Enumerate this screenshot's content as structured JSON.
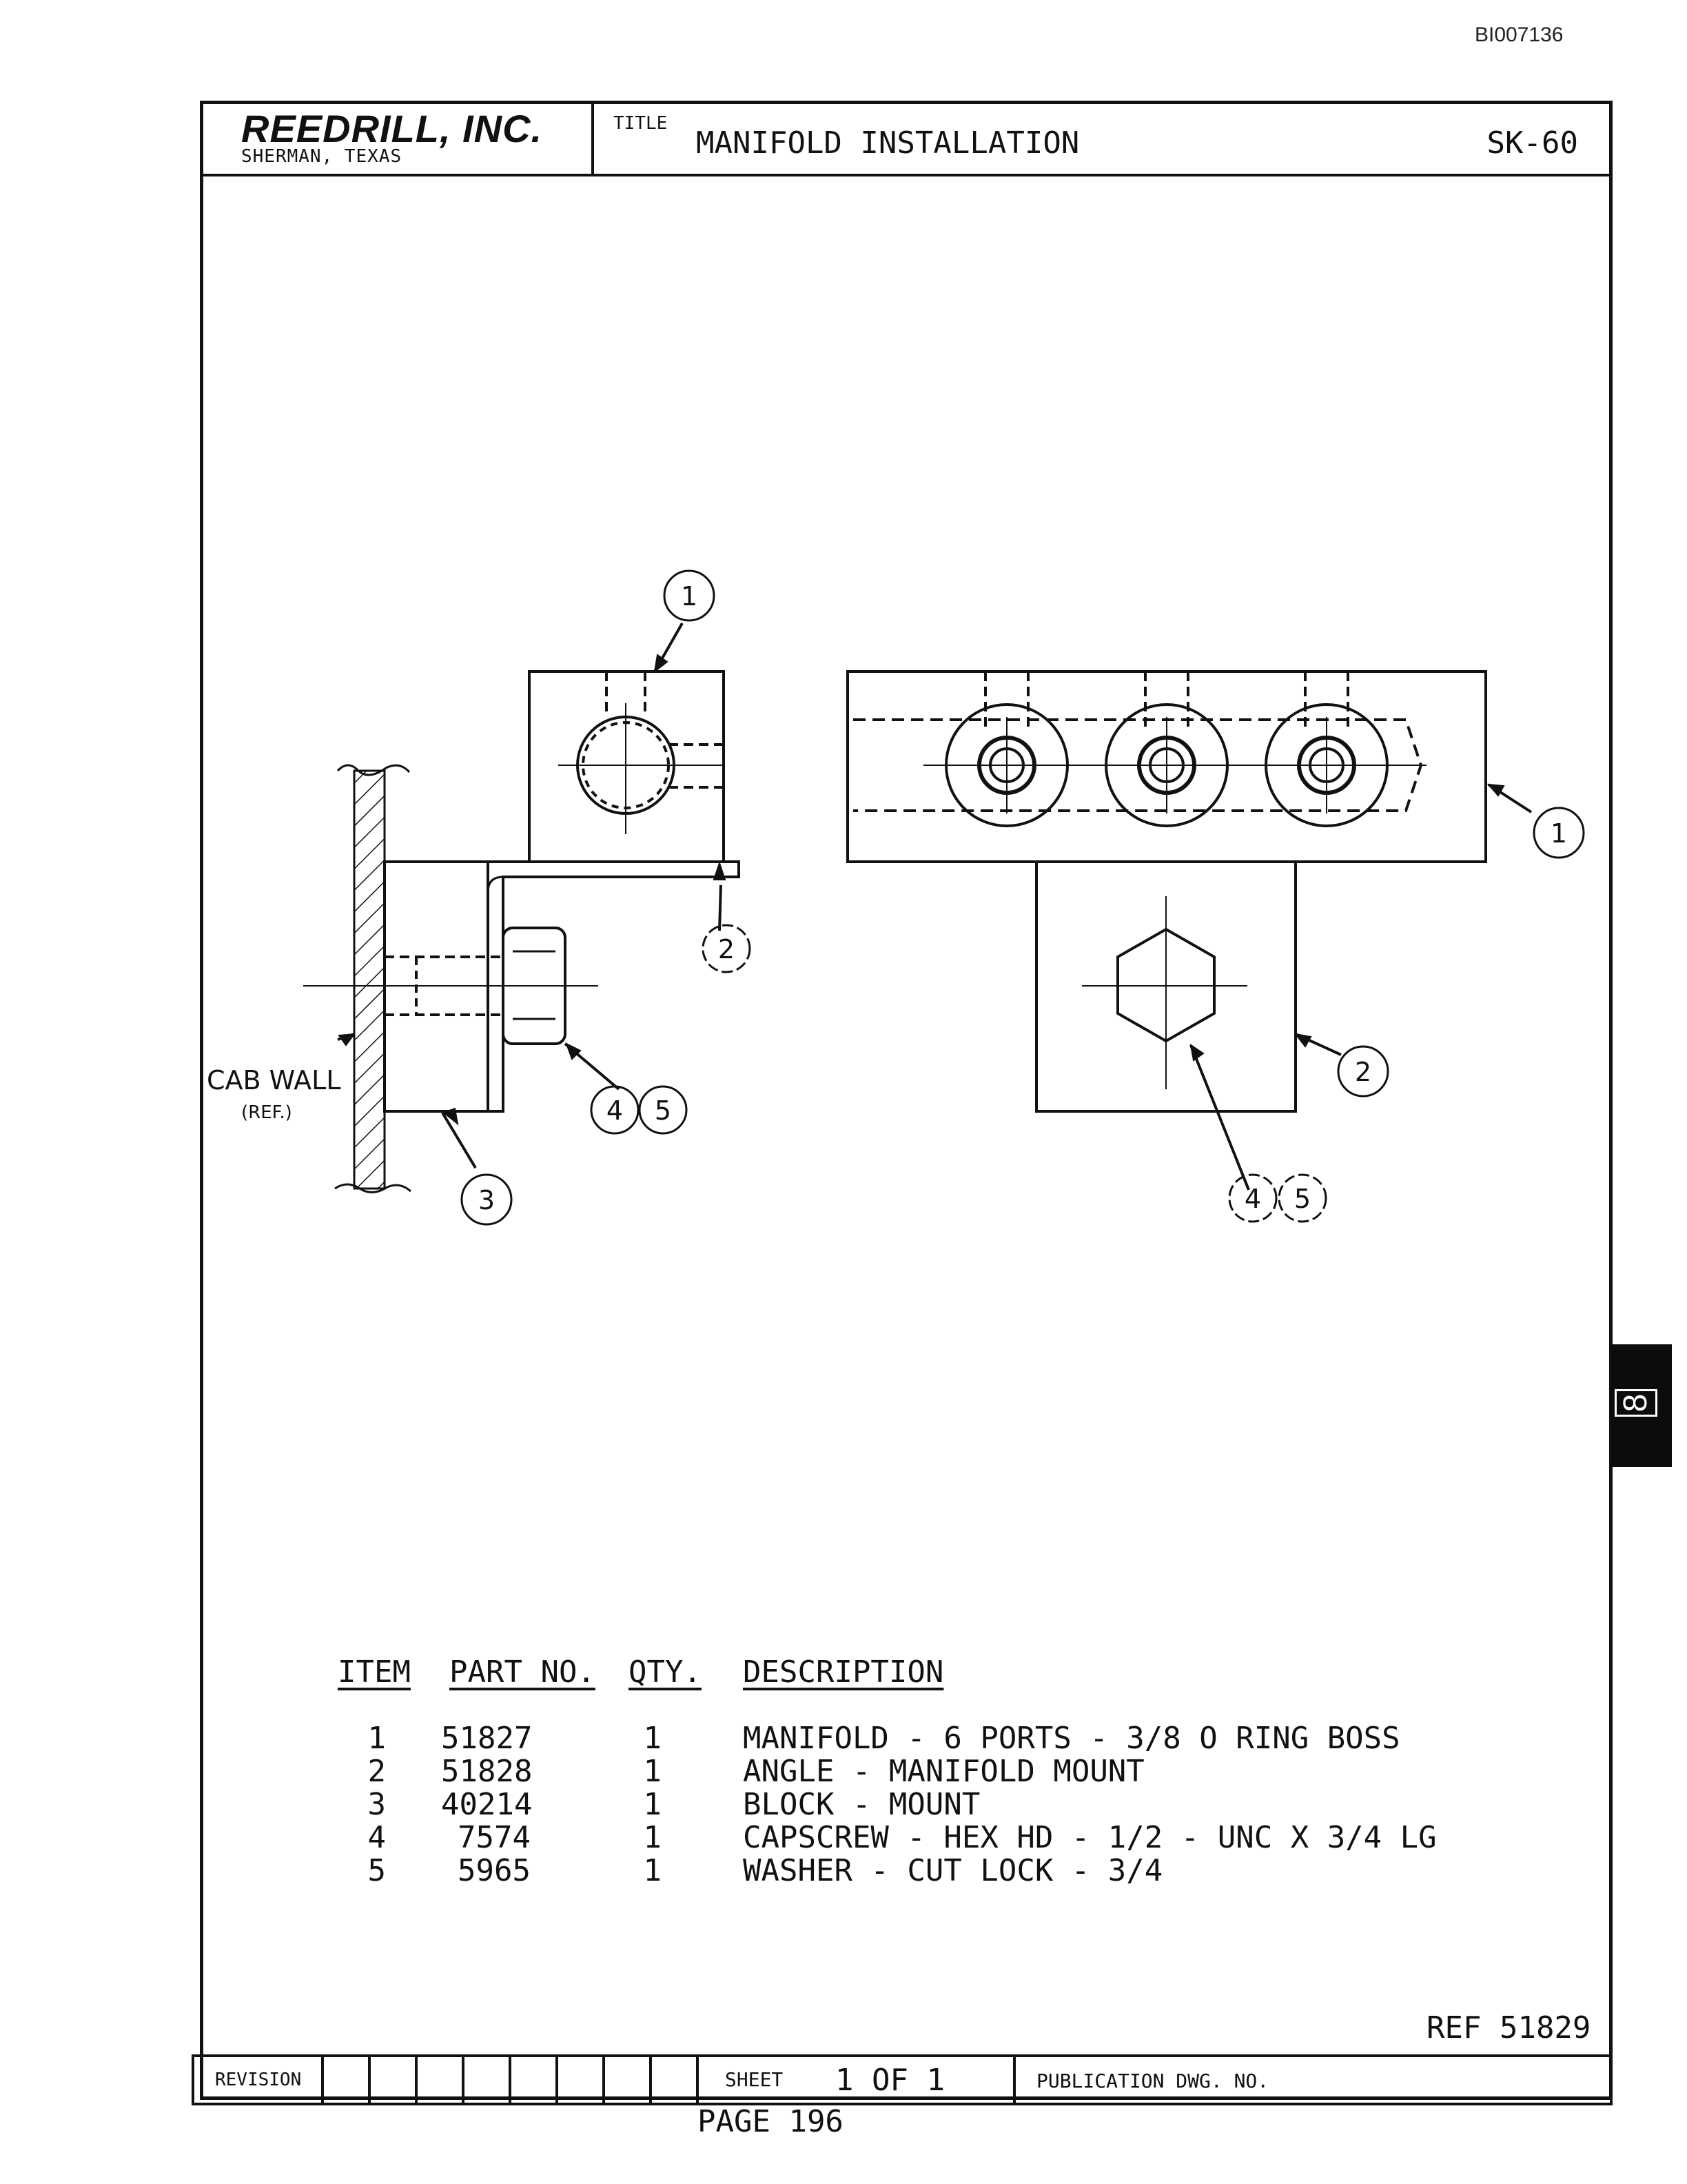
{
  "document_id": "BI007136",
  "title_block": {
    "company": "REEDRILL, INC.",
    "location": "SHERMAN, TEXAS",
    "title_label": "TITLE",
    "title": "MANIFOLD INSTALLATION",
    "drawing_code": "SK-60"
  },
  "drawing": {
    "cab_wall_label": "CAB WALL",
    "ref_label": "(REF.)",
    "balloons": {
      "manifold_side": "1",
      "angle_side": "2",
      "block_side": "3",
      "capscrew_side": "4",
      "washer_side": "5",
      "manifold_front": "1",
      "angle_front": "2",
      "capscrew_front": "4",
      "washer_front": "5"
    }
  },
  "parts_list": {
    "headers": {
      "item": "ITEM",
      "part_no": "PART NO.",
      "qty": "QTY.",
      "description": "DESCRIPTION"
    },
    "rows": [
      {
        "item": "1",
        "part_no": "51827",
        "qty": "1",
        "description": "MANIFOLD - 6 PORTS - 3/8 O RING BOSS"
      },
      {
        "item": "2",
        "part_no": "51828",
        "qty": "1",
        "description": "ANGLE - MANIFOLD MOUNT"
      },
      {
        "item": "3",
        "part_no": "40214",
        "qty": "1",
        "description": "BLOCK - MOUNT"
      },
      {
        "item": "4",
        "part_no": "7574",
        "qty": "1",
        "description": "CAPSCREW - HEX HD - 1/2 - UNC X 3/4 LG"
      },
      {
        "item": "5",
        "part_no": "5965",
        "qty": "1",
        "description": "WASHER - CUT LOCK - 3/4"
      }
    ]
  },
  "reference": "REF 51829",
  "footer": {
    "revision_label": "REVISION",
    "sheet_label": "SHEET",
    "sheet_value": "1 OF 1",
    "publication_label": "PUBLICATION DWG. NO."
  },
  "page": "PAGE 196",
  "section_tab": "8"
}
